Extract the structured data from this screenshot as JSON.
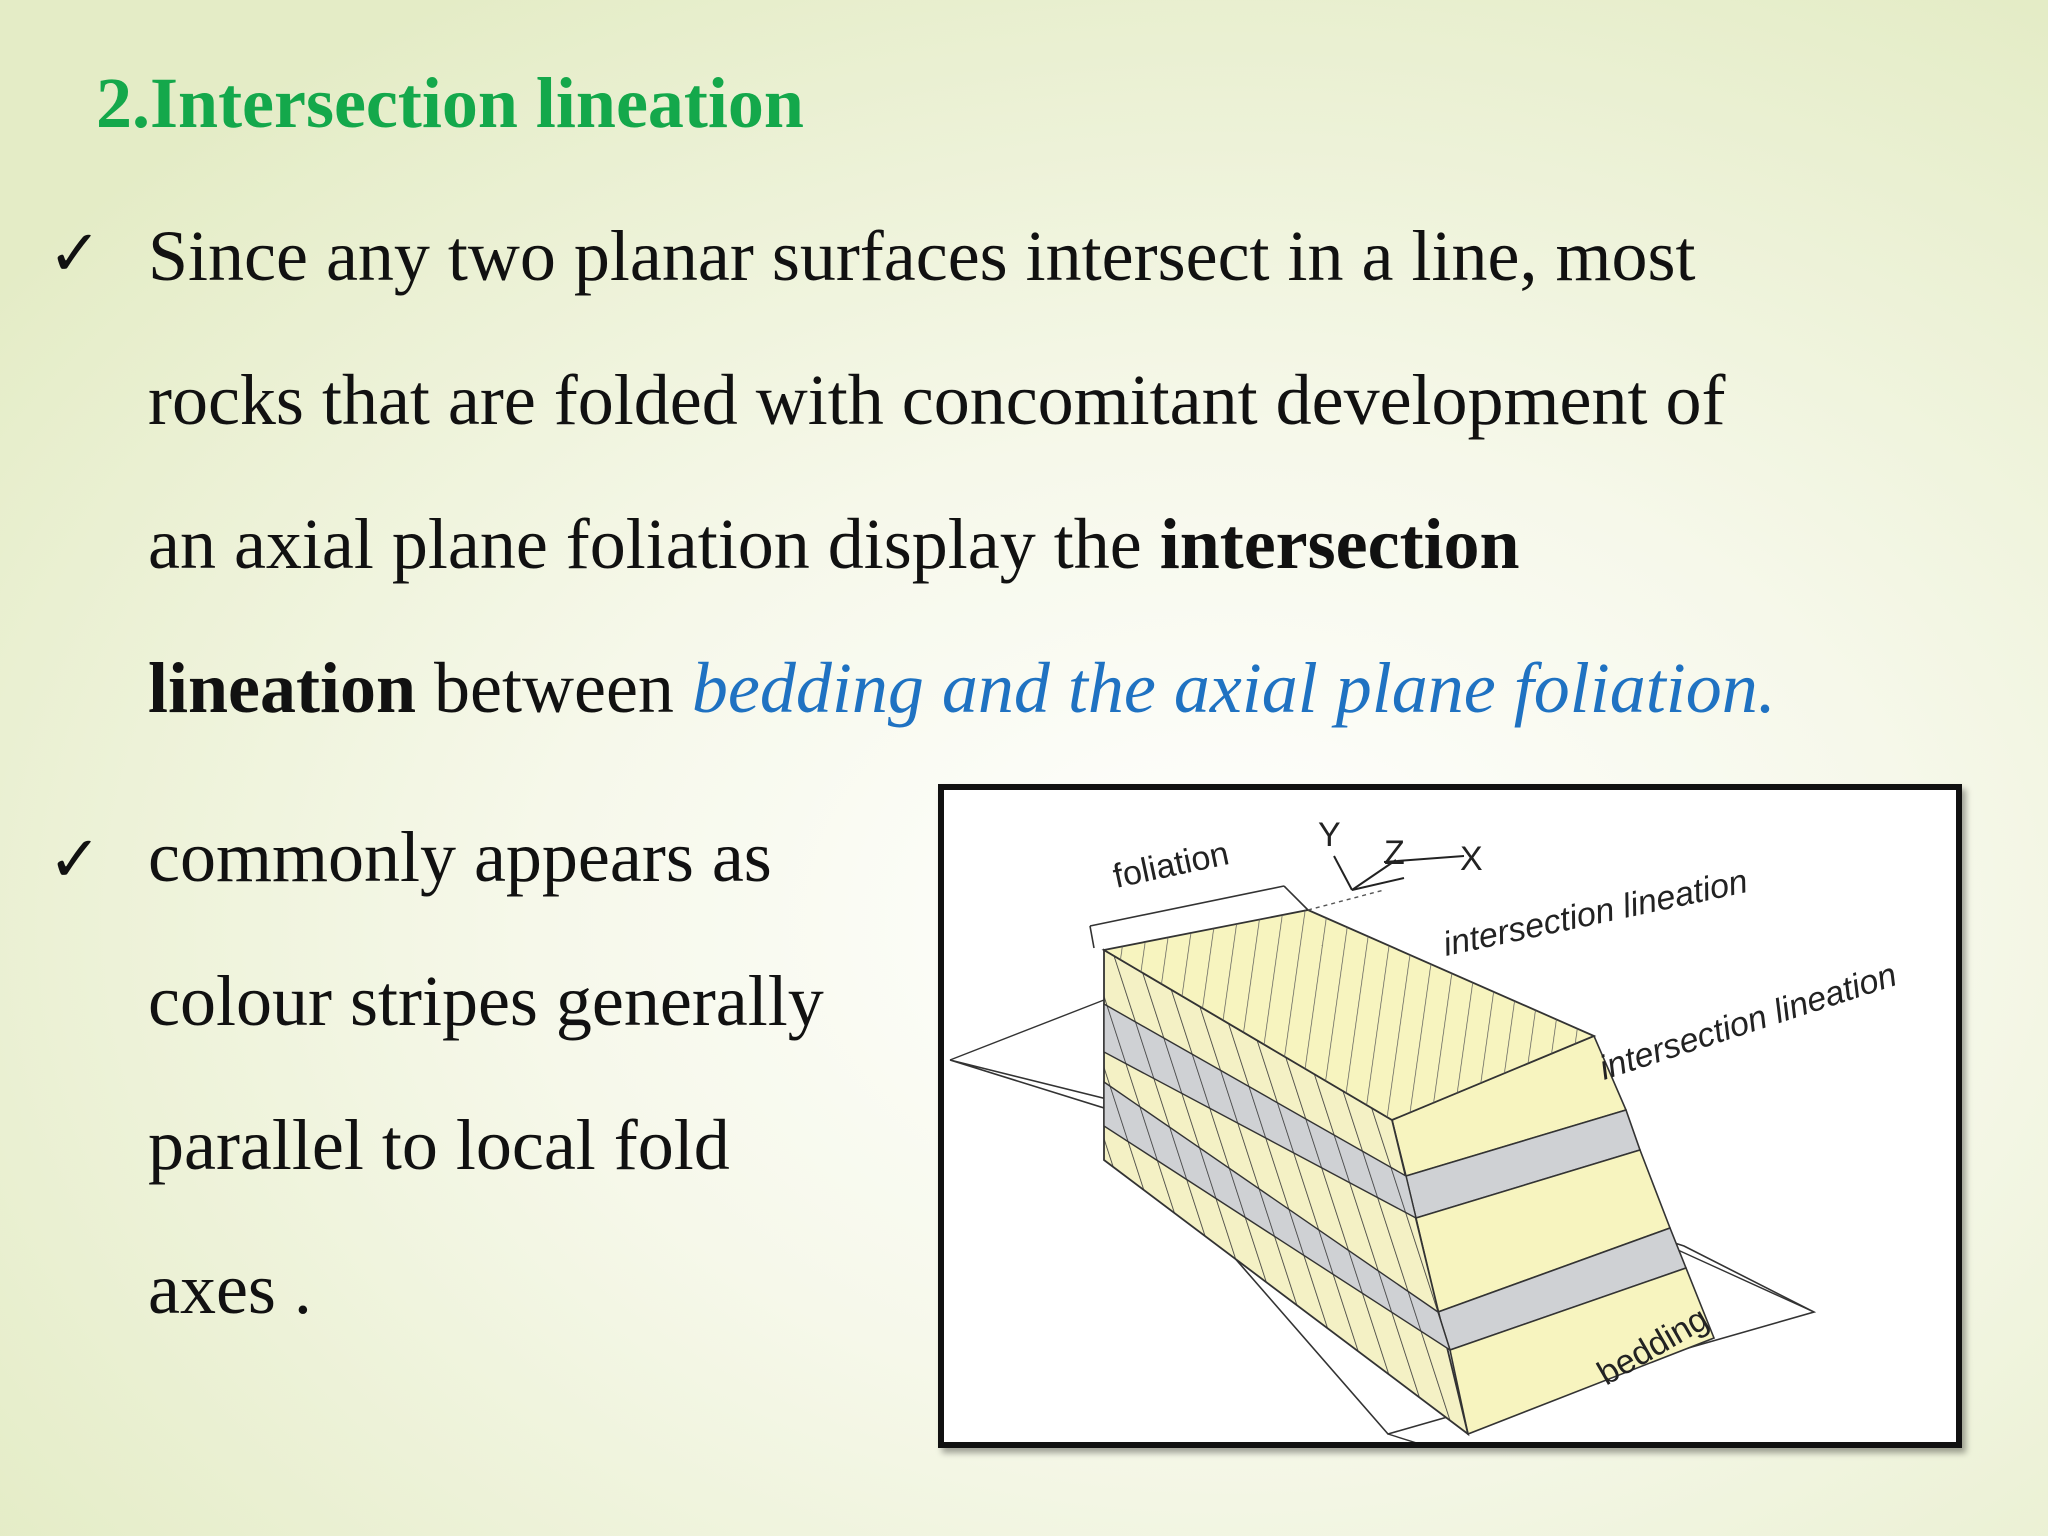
{
  "slide": {
    "title": "2.Intersection lineation",
    "bullet1": {
      "part1": "Since any two planar surfaces intersect in a line, most",
      "part2": "rocks that are folded with concomitant development of",
      "part3": "an axial plane foliation display the ",
      "bold1": "intersection",
      "bold2": "lineation",
      "part4": " between ",
      "highlight": "bedding and the axial plane foliation."
    },
    "bullet2": {
      "line1": "commonly appears as",
      "line2": "colour stripes generally",
      "line3": "parallel to local fold",
      "line4": "axes ."
    },
    "check_mark": "✓",
    "figure": {
      "label_foliation": "foliation",
      "axis_y": "Y",
      "axis_z": "Z",
      "axis_x": "X",
      "label_intersection_top": "intersection lineation",
      "label_intersection_side": "intersection lineation",
      "label_bedding": "bedding"
    },
    "colors": {
      "title": "#14a84b",
      "highlight": "#1f72c2",
      "bed_yellow": "#f7f4bf",
      "bed_grey": "#cfd1d4"
    }
  }
}
